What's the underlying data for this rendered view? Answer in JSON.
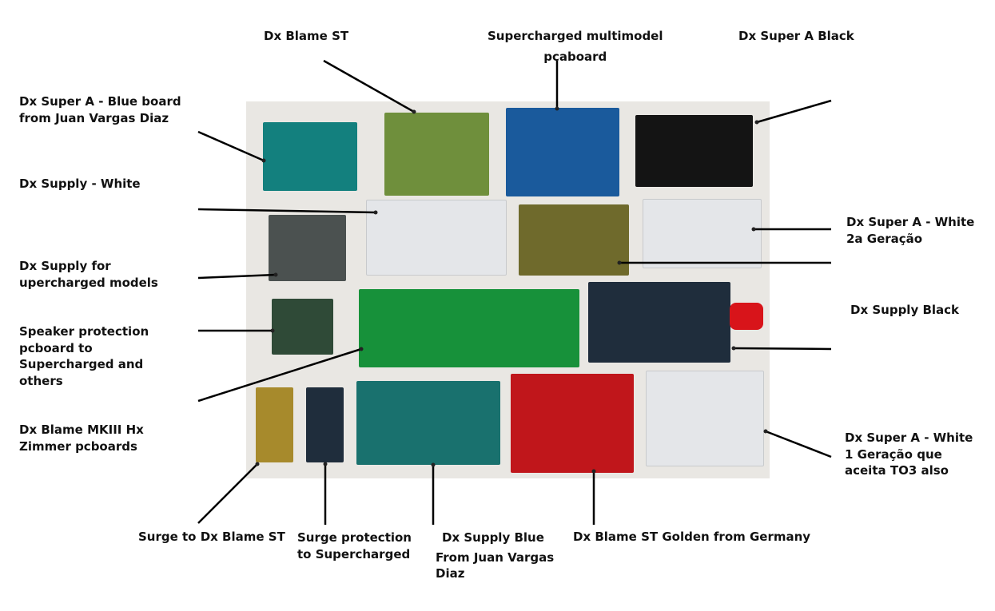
{
  "labels": {
    "blame_st": "Dx Blame ST",
    "supercharged_l1": "Supercharged multimodel",
    "supercharged_l2": "pcaboard",
    "super_a_black": "Dx Super A Black",
    "super_a_blue_l1": "Dx Super A - Blue board",
    "super_a_blue_l2": "from Juan Vargas Diaz",
    "supply_white": "Dx Supply - White",
    "supply_super_l1": "Dx Supply for",
    "supply_super_l2": "upercharged models",
    "speaker_l1": "Speaker protection",
    "speaker_l2": "pcboard to",
    "speaker_l3": "Supercharged and",
    "speaker_l4": "others",
    "mkiii_l1": "Dx Blame MKIII Hx",
    "mkiii_l2": "Zimmer pcboards",
    "surge_blame": "Surge to Dx Blame ST",
    "surge_super_l1": "Surge protection",
    "surge_super_l2": "to Supercharged",
    "supply_blue_l1": "Dx Supply Blue",
    "supply_blue_l2": "From Juan Vargas",
    "supply_blue_l3": "Diaz",
    "blame_golden": "Dx Blame ST Golden from Germany",
    "super_a_white2_l1": "Dx Super A - White",
    "super_a_white2_l2": "2a Geração",
    "supply_black": "Dx Supply Black",
    "super_a_white1_l1": "Dx Super A - White",
    "super_a_white1_l2": "1 Geração que",
    "super_a_white1_l3": "aceita TO3 also"
  },
  "colors": {
    "background": "#ffffff",
    "photo_background": "#e9e7e3",
    "leader_line": "#000000",
    "board_teal": "#13807e",
    "board_olive_green": "#6f8f3c",
    "board_blue": "#1a5a9c",
    "board_black": "#141414",
    "board_white": "#e4e6e9",
    "board_gray": "#4b5150",
    "board_brown_green": "#6f6a2c",
    "board_dark_green": "#2f4a37",
    "board_bright_green": "#17913a",
    "board_navy": "#1f2d3c",
    "board_red": "#c0161b",
    "board_blue_teal": "#19716e",
    "board_orange": "#a78a2c"
  }
}
